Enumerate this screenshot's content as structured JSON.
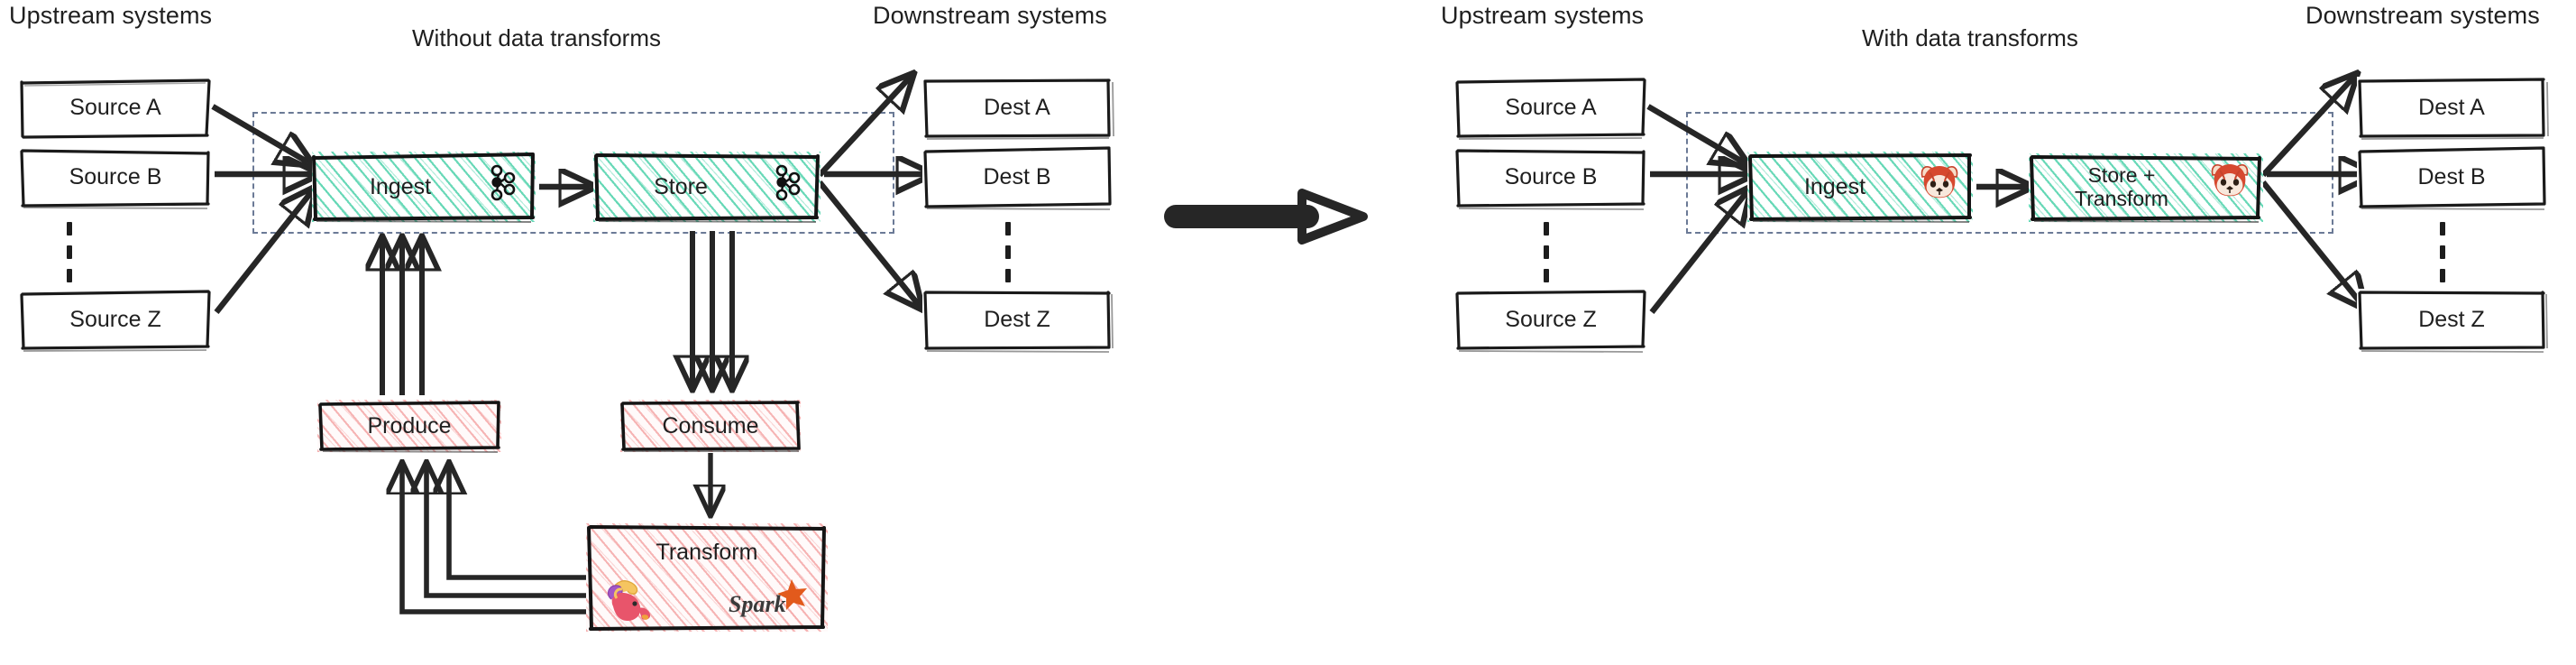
{
  "diagram": {
    "title_left": "Without data transforms",
    "title_right": "With data transforms",
    "heading_upstream": "Upstream systems",
    "heading_downstream": "Downstream systems",
    "colors": {
      "green_hatch": "#5dd6b2",
      "pink_hatch": "#f3a0a0",
      "dashed_border": "#6b7a96",
      "stroke": "#262626",
      "redpanda_red": "#d6492f",
      "spark_orange": "#e25a1c"
    }
  },
  "left_panel": {
    "title": "Without data transforms",
    "upstream_heading": "Upstream systems",
    "downstream_heading": "Downstream systems",
    "sources": [
      {
        "label": "Source A"
      },
      {
        "label": "Source B"
      },
      {
        "label": "Source Z"
      }
    ],
    "destinations": [
      {
        "label": "Dest A"
      },
      {
        "label": "Dest B"
      },
      {
        "label": "Dest Z"
      }
    ],
    "pipeline": [
      {
        "label": "Ingest",
        "icon": "kafka-icon",
        "fill": "green"
      },
      {
        "label": "Store",
        "icon": "kafka-icon",
        "fill": "green"
      }
    ],
    "external": [
      {
        "label": "Produce",
        "fill": "pink"
      },
      {
        "label": "Consume",
        "fill": "pink"
      },
      {
        "label": "Transform",
        "fill": "pink",
        "icons": [
          "flink-icon",
          "spark-icon"
        ]
      }
    ],
    "transform_logos": {
      "flink": "flink-icon",
      "spark": "Spark"
    }
  },
  "right_panel": {
    "title": "With data transforms",
    "upstream_heading": "Upstream systems",
    "downstream_heading": "Downstream systems",
    "sources": [
      {
        "label": "Source A"
      },
      {
        "label": "Source B"
      },
      {
        "label": "Source Z"
      }
    ],
    "destinations": [
      {
        "label": "Dest A"
      },
      {
        "label": "Dest B"
      },
      {
        "label": "Dest Z"
      }
    ],
    "pipeline": [
      {
        "label": "Ingest",
        "icon": "redpanda-icon",
        "fill": "green"
      },
      {
        "label": "Store +\nTransform",
        "icon": "redpanda-icon",
        "fill": "green"
      }
    ]
  },
  "center": {
    "arrow": "big-right-arrow"
  }
}
